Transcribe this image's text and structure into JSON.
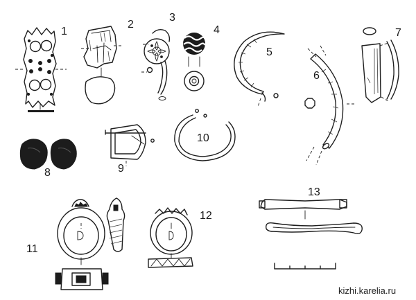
{
  "figure_numbers": {
    "n1": "1",
    "n2": "2",
    "n3": "3",
    "n4": "4",
    "n5": "5",
    "n6": "6",
    "n7": "7",
    "n8": "8",
    "n9": "9",
    "n10": "10",
    "n11": "11",
    "n12": "12",
    "n13": "13"
  },
  "watermark": "kizhi.karelia.ru",
  "colors": {
    "ink": "#1e1e1e",
    "background": "#ffffff"
  }
}
